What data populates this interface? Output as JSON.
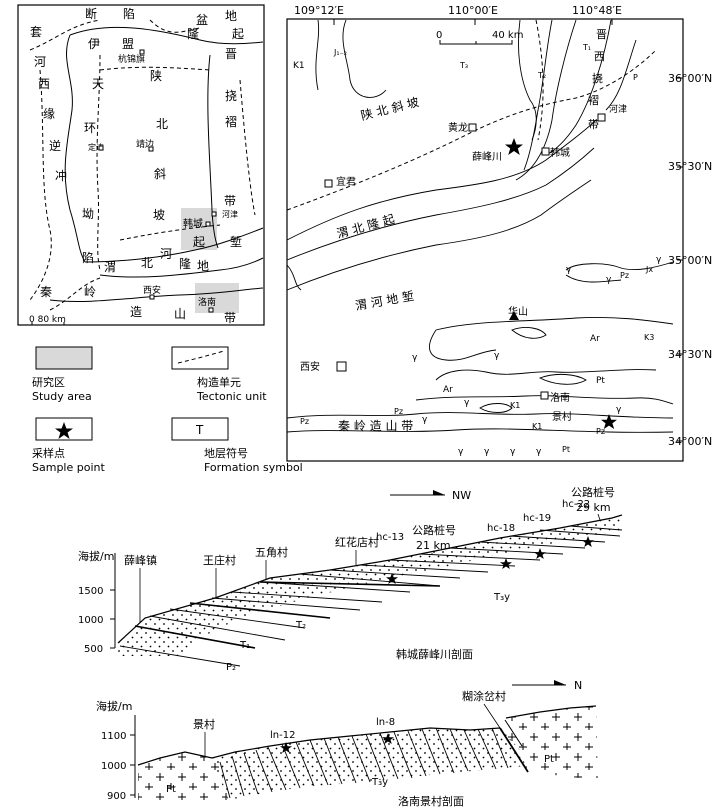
{
  "index_map": {
    "regions": [
      "断",
      "陷",
      "盆",
      "地",
      "起",
      "套",
      "伊",
      "盟",
      "隆",
      "晋",
      "河",
      "天",
      "陕",
      "西",
      "缘",
      "逆",
      "冲",
      "挠",
      "褶",
      "环",
      "定边",
      "北",
      "斜",
      "坡",
      "靖边",
      "带",
      "韩城",
      "河津",
      "起",
      "堑",
      "渭",
      "北",
      "隆",
      "地",
      "河",
      "西安",
      "洛南",
      "秦",
      "岭",
      "造",
      "山",
      "带",
      "坳",
      "陷"
    ],
    "city_label": "杭锦旗",
    "scale": "0    80 km"
  },
  "legend": {
    "study_area_cn": "研究区",
    "study_area_en": "Study area",
    "tectonic_cn": "构造单元",
    "tectonic_en": "Tectonic unit",
    "sample_cn": "采样点",
    "sample_en": "Sample point",
    "formation_cn": "地层符号",
    "formation_en": "Formation symbol",
    "formation_symbol": "T"
  },
  "detail_map": {
    "longitudes": [
      "109°12′E",
      "110°00′E",
      "110°48′E"
    ],
    "latitudes": [
      "36°00′N",
      "35°30′N",
      "35°00′N",
      "34°30′N",
      "34°00′N"
    ],
    "scale_zero": "0",
    "scale_km": "40 km",
    "labels": {
      "k1": "K1",
      "j": "J₁₋₂",
      "t3": "T₃",
      "t2": "T₂",
      "t1": "T₁",
      "p": "P",
      "jin": "晋",
      "xi": "西",
      "nao": "挠",
      "zhe": "褶",
      "dai": "带",
      "shanbei": "陕 北 斜 坡",
      "weibei": "渭 北 隆 起",
      "weihe": "渭 河 地 堑",
      "qinling": "秦 岭 造 山 带",
      "huanglong": "黄龙",
      "xuefengchuan": "薛峰川",
      "hancheng": "韩城",
      "hejin": "河津",
      "yijun": "宜君",
      "xian": "西安",
      "huashan": "华山",
      "luonan": "洛南",
      "jingcun": "景村",
      "ar1": "Ar",
      "ar2": "Ar",
      "pt": "Pt",
      "pz1": "Pz",
      "pz2": "Pz",
      "pz3": "Pz",
      "pz4": "Pz",
      "k1b": "K1",
      "k1c": "K1",
      "k3": "K3",
      "jx": "Jx",
      "pt2": "Pt"
    }
  },
  "section1": {
    "title": "韩城薛峰川剖面",
    "direction": "NW",
    "y_label": "海拔/m",
    "y_ticks": [
      "1500",
      "1000",
      "500"
    ],
    "places": [
      "薛峰镇",
      "王庄村",
      "五角村",
      "红花店村"
    ],
    "km_label_1": "公路桩号",
    "km_value_1": "21 km",
    "km_label_2": "公路桩号",
    "km_value_2": "29 km",
    "samples": [
      "hc-13",
      "hc-18",
      "hc-19",
      "hc-22"
    ],
    "formations": [
      "P₂",
      "T₁",
      "T₂",
      "T₃y"
    ]
  },
  "section2": {
    "title": "洛南景村剖面",
    "direction": "N",
    "y_label": "海拔/m",
    "y_ticks": [
      "1100",
      "1000",
      "900"
    ],
    "places": [
      "景村",
      "糊涂岔村"
    ],
    "samples": [
      "ln-12",
      "ln-8"
    ],
    "formations": [
      "Pt",
      "T₃y",
      "Pt"
    ]
  }
}
